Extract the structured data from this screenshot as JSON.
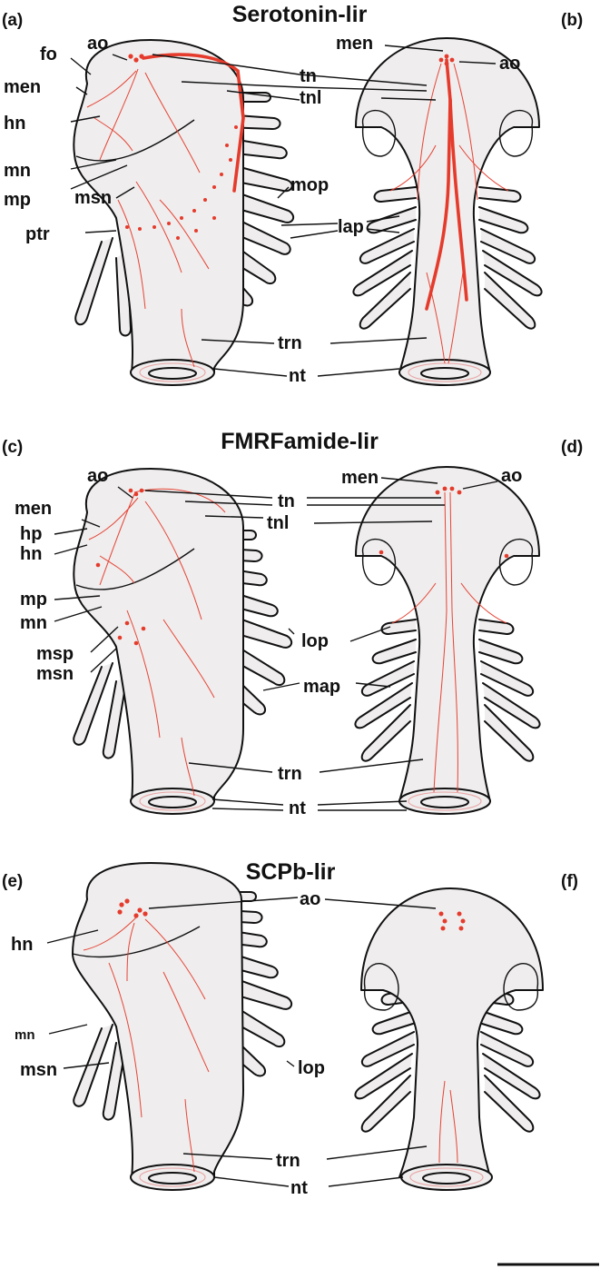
{
  "figure": {
    "panels": [
      {
        "id": "a",
        "label": "(a)"
      },
      {
        "id": "b",
        "label": "(b)"
      },
      {
        "id": "c",
        "label": "(c)"
      },
      {
        "id": "d",
        "label": "(d)"
      },
      {
        "id": "e",
        "label": "(e)"
      },
      {
        "id": "f",
        "label": "(f)"
      }
    ],
    "row_titles": [
      "Serotonin-lir",
      "FMRFamide-lir",
      "SCPb-lir"
    ],
    "labels": {
      "ao": "ao",
      "fo": "fo",
      "men": "men",
      "hn": "hn",
      "mn": "mn",
      "mp": "mp",
      "msn": "msn",
      "ptr": "ptr",
      "tn": "tn",
      "tnl": "tnl",
      "mop": "mop",
      "lap": "lap",
      "trn": "trn",
      "nt": "nt",
      "hp": "hp",
      "msp": "msp",
      "lop": "lop",
      "map": "map"
    }
  },
  "colors": {
    "immunoreactivity": "#e53b2c",
    "body_fill": "#efeded",
    "outline": "#111111"
  }
}
